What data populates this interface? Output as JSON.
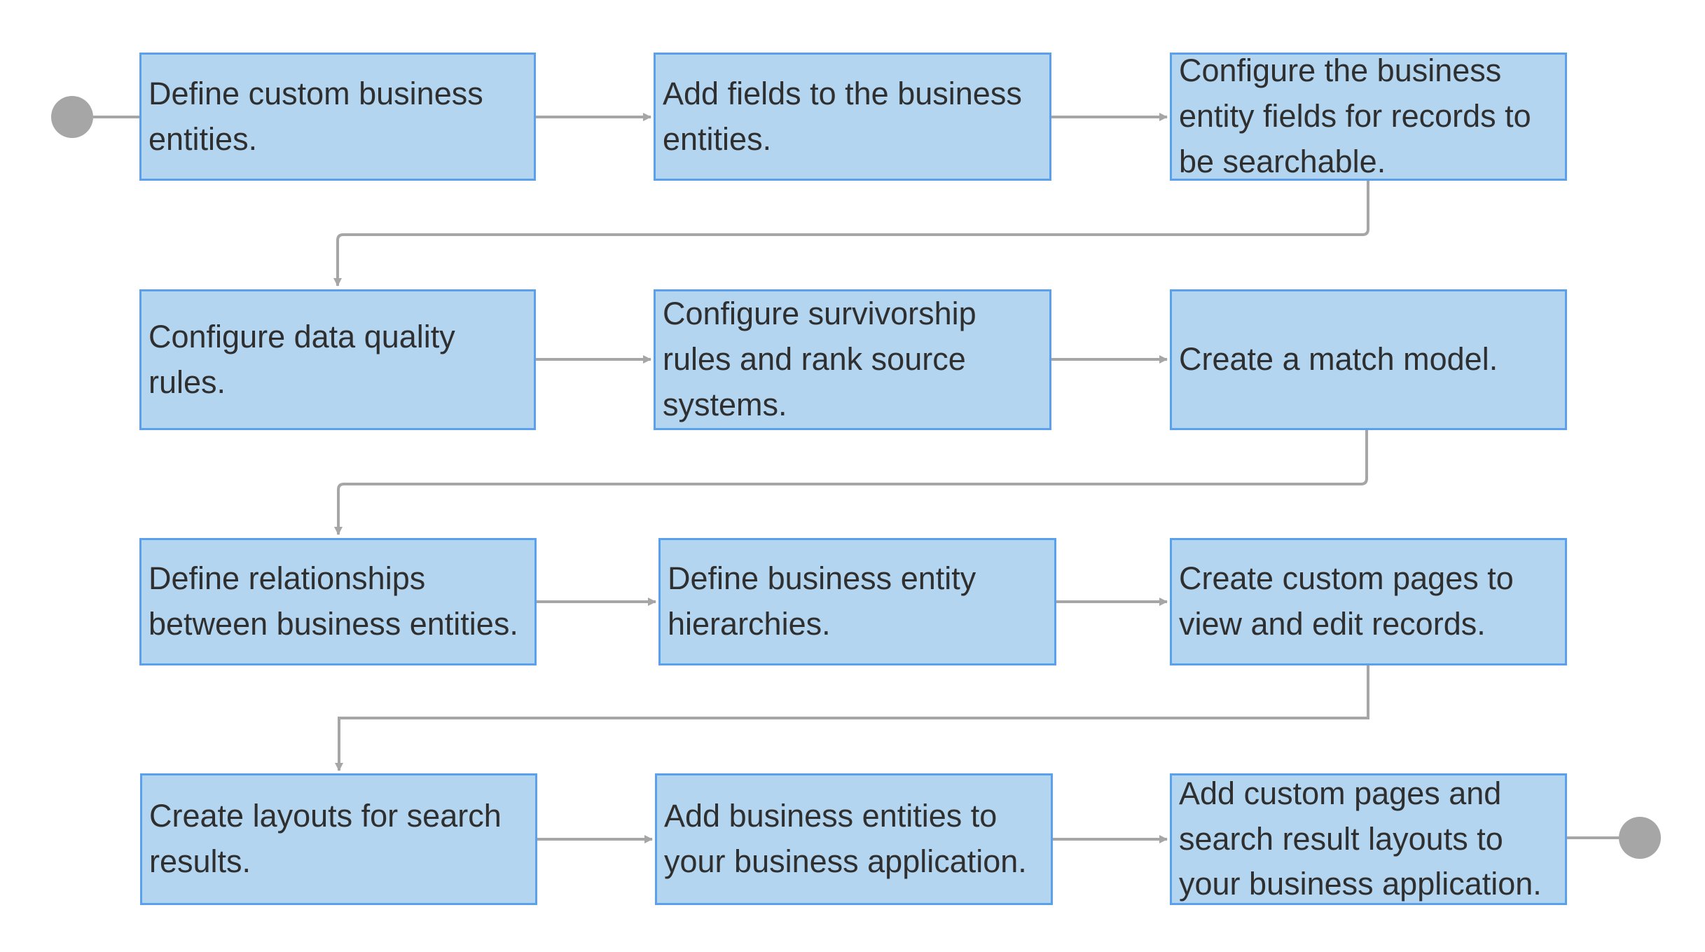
{
  "steps": [
    {
      "label": "Define custom business entities."
    },
    {
      "label": "Add fields to the business entities."
    },
    {
      "label": "Configure the business entity fields for records to be searchable."
    },
    {
      "label": "Configure data quality rules."
    },
    {
      "label": "Configure survivorship rules and rank source systems."
    },
    {
      "label": "Create a match model."
    },
    {
      "label": "Define relationships between business entities."
    },
    {
      "label": "Define business entity hierarchies."
    },
    {
      "label": "Create custom pages to view and edit records."
    },
    {
      "label": "Create layouts for search results."
    },
    {
      "label": "Add business entities to your business application."
    },
    {
      "label": "Add custom pages and search result layouts to your business application."
    }
  ],
  "colors": {
    "box_fill": "#b3d5f0",
    "box_border": "#5aa0ec",
    "connector": "#a6a6a6",
    "terminal": "#a6a6a6",
    "text": "#2f2f2f"
  }
}
